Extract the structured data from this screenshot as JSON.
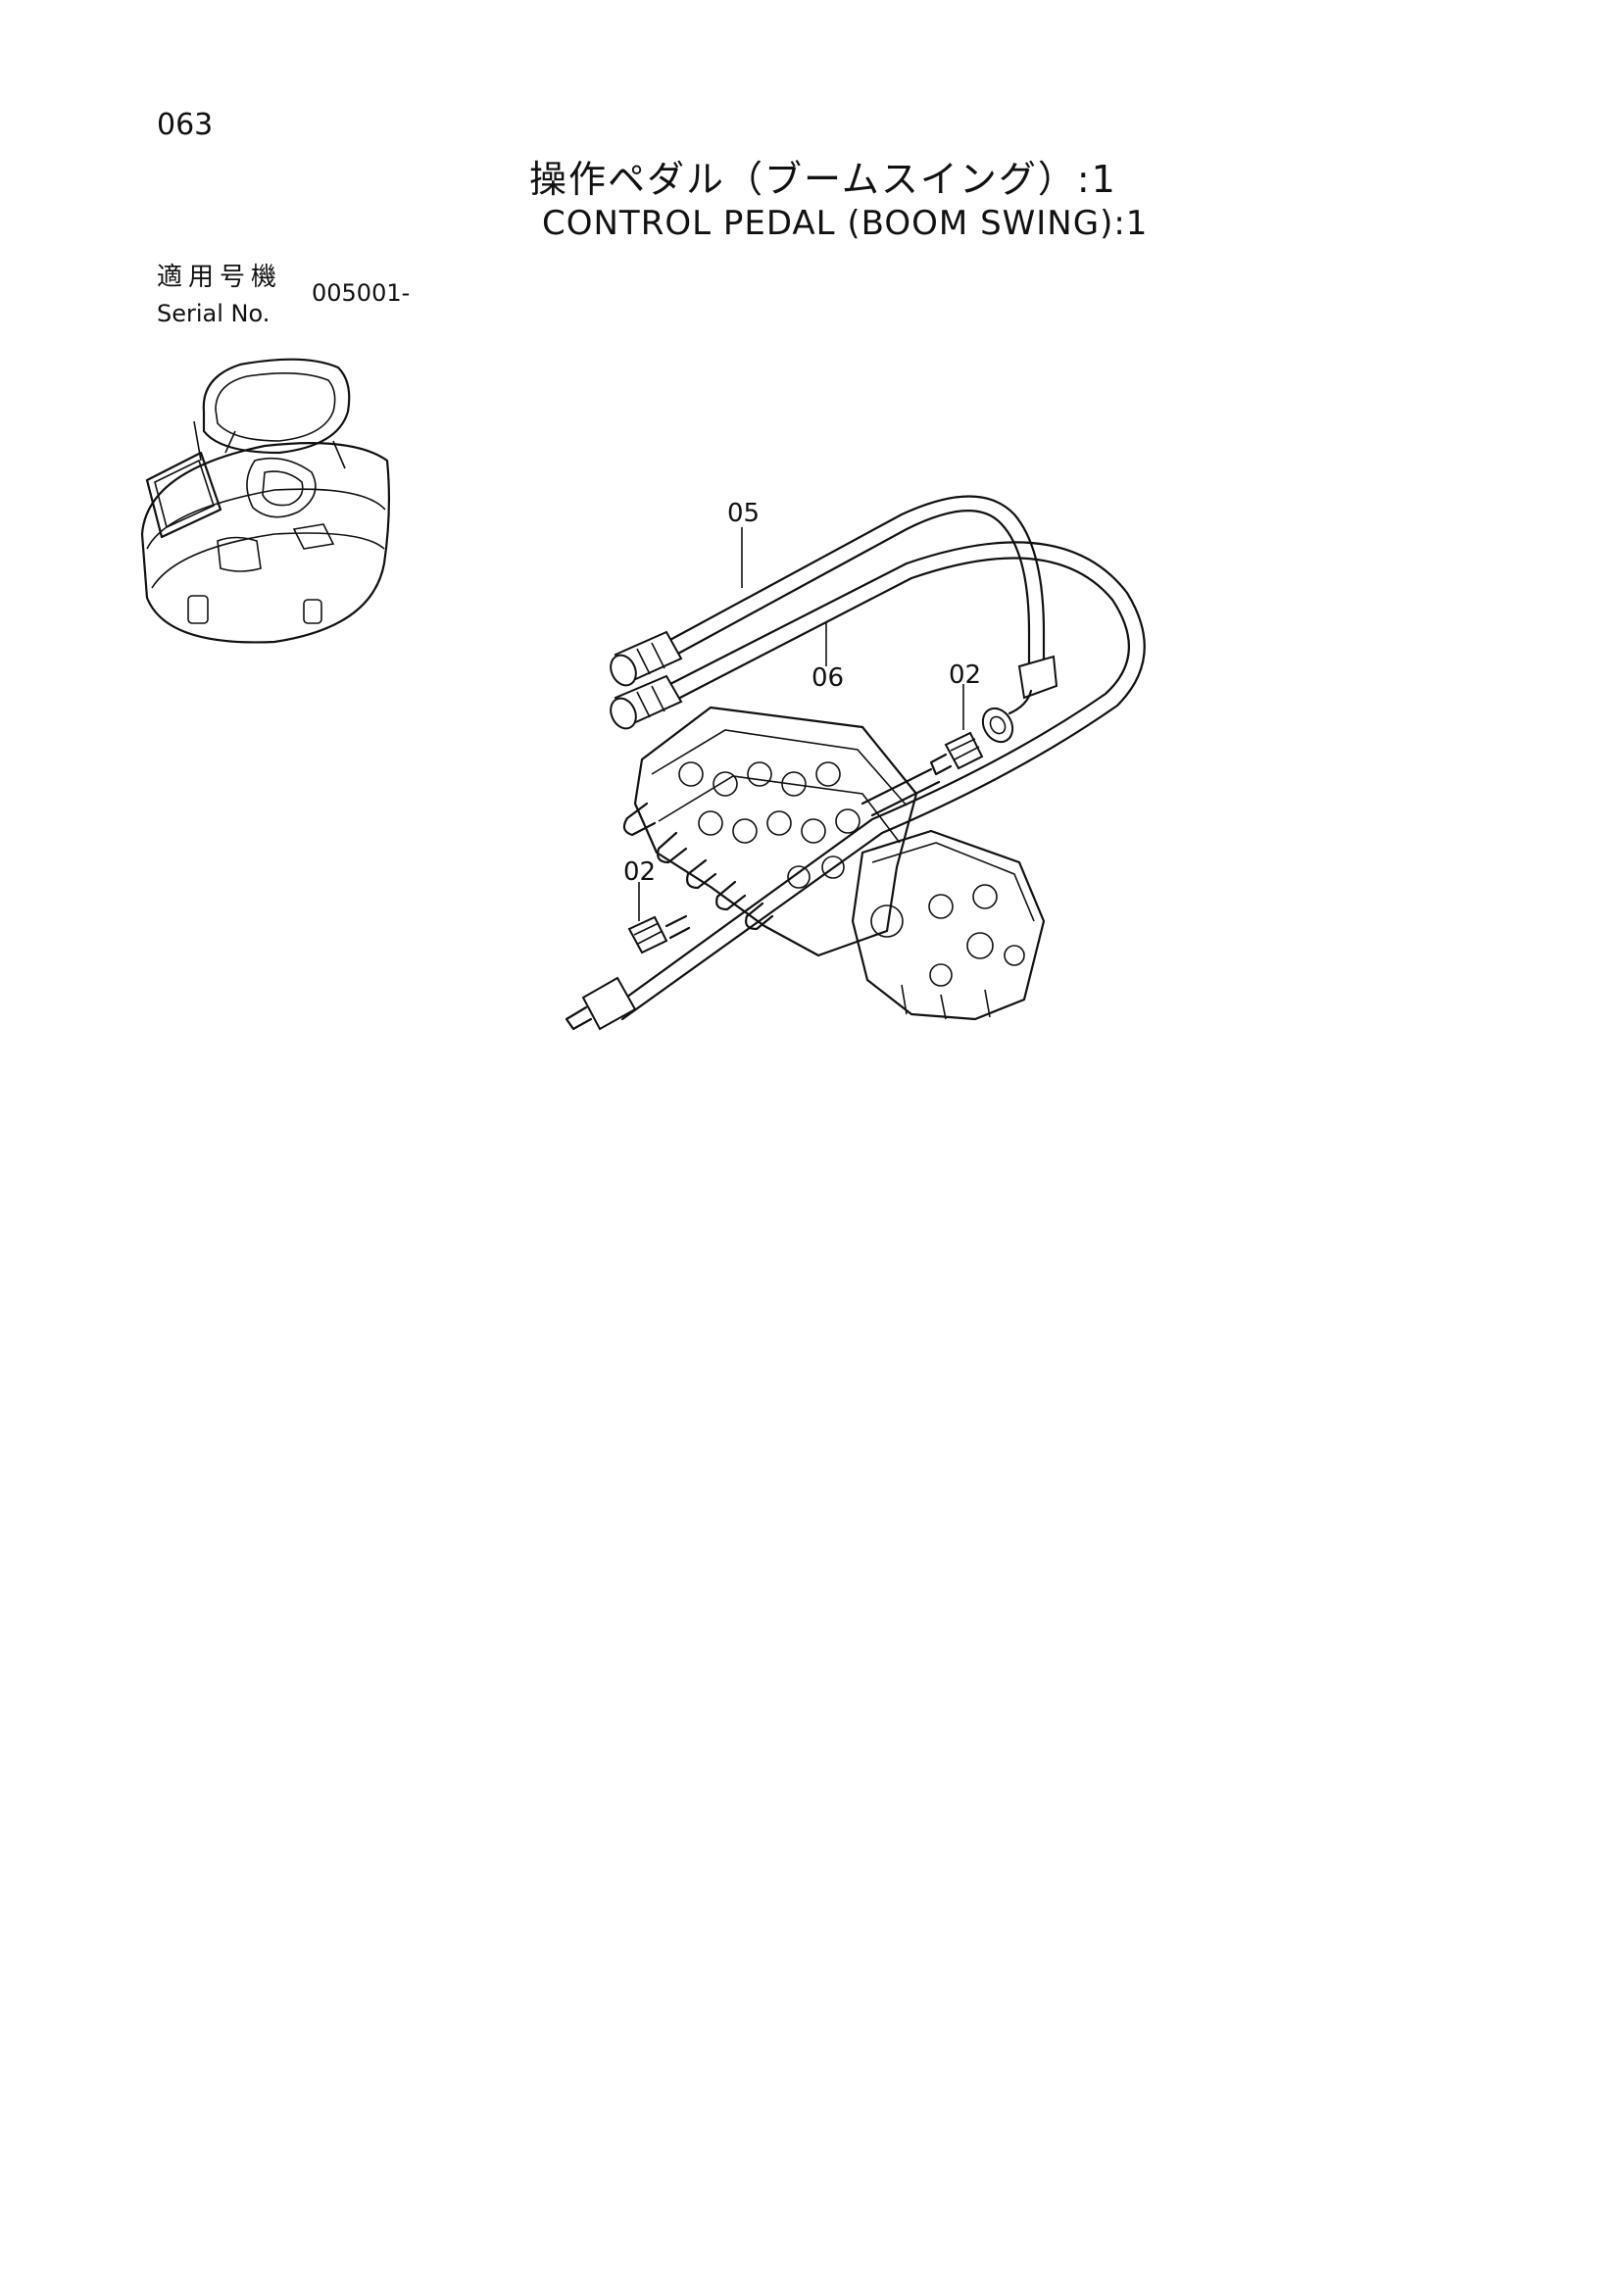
{
  "header": {
    "page_number": "063",
    "title_ja": "操作ペダル（ブームスイング）:1",
    "title_en": "CONTROL PEDAL (BOOM SWING):1"
  },
  "serial": {
    "label_ja": "適用号機",
    "label_en": "Serial No.",
    "range": "005001-"
  },
  "callouts": {
    "c05": "05",
    "c06": "06",
    "c02_upper": "02",
    "c02_lower": "02"
  }
}
